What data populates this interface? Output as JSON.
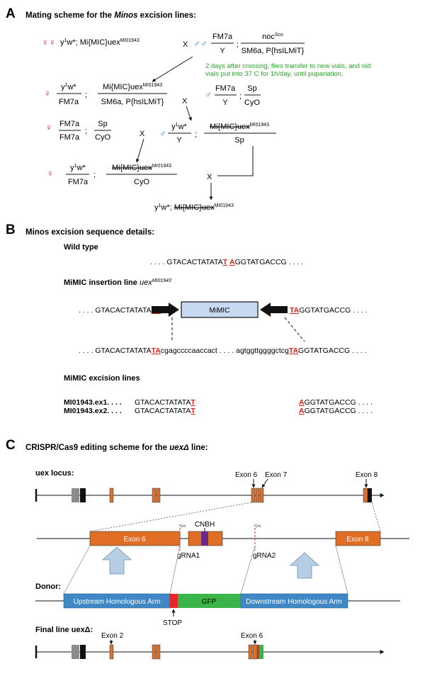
{
  "panels": {
    "a": {
      "label": "A",
      "title_pre": "Mating scheme for the ",
      "title_em": "Minos",
      "title_post": " excision lines:",
      "female_symbol": "♀",
      "male_symbol": "♂",
      "cross": "X",
      "g1_female": {
        "a": "y",
        "a_sup": "1",
        "b": "w*; Mi{MIC}uex",
        "b_sup": "MI01943"
      },
      "g1_male": {
        "num1": "FM7a",
        "den1": "Y",
        "num2": "noc",
        "num2_sup": "Sco",
        "den2": "SM6a, P{hsILMiT}"
      },
      "note_lines": [
        "2 days after crossing, flies transfer to new vials, and old",
        "vials put into 37 C for 1h/day, until pupariation."
      ],
      "g2_female": {
        "num1": "y",
        "num1_sup": "1",
        "num1b": "w*",
        "den1": "FM7a",
        "num2": "Mi{MIC}uex",
        "num2_sup": "MI01943",
        "den2": "SM6a, P{hsILMiT}"
      },
      "g2_male": {
        "num1": "FM7a",
        "den1": "Y",
        "num2": "Sp",
        "den2": "CyO"
      },
      "g3_female": {
        "num1": "FM7a",
        "den1": "FM7a",
        "num2": "Sp",
        "den2": "CyO"
      },
      "g3_male": {
        "num1": "y",
        "num1_sup": "1",
        "num1b": "w*",
        "den1": "Y",
        "num2": "Mi{MIC}uex",
        "num2_sup": "MI01943",
        "den2": "Sp"
      },
      "g4_female": {
        "num1": "y",
        "num1_sup": "1",
        "num1b": "w*",
        "den1": "FM7a",
        "num2": "Mi{MIC}uex",
        "num2_sup": "MI01943",
        "den2": "CyO"
      },
      "final": {
        "a": "y",
        "a_sup": "1",
        "b": "w*; ",
        "c": "Mi{MIC}uex",
        "c_sup": "MI01943"
      },
      "sep": ";"
    },
    "b": {
      "label": "B",
      "title": "Minos excision sequence details:",
      "wt_title": "Wild type",
      "wt_seq": {
        "pre": ". . . . GTACACTATATA",
        "t": "T",
        "sp": " ",
        "a": "A",
        "post": "GGTATGACCG . . . ."
      },
      "mimic_title": "MiMIC insertion line ",
      "mimic_title_em": "uex",
      "mimic_title_sup": "MI01943",
      "left_seq": ". . . . GTACACTATATA",
      "ta": "TA",
      "mimic_label": "MiMIC",
      "right_seq": "GGTATGACCG . . . .",
      "insert_left_pre": ". . . . GTACACTATATA",
      "insert_left_mid": "cgagccccaaccact . . . . agtggttggggctcg",
      "insert_right_post": "GGTATGACCG . . . .",
      "excision_title": "MiMIC excision lines",
      "excision_lines": [
        {
          "name": "MI01943.ex1. . . .",
          "left": "GTACACTATATA",
          "t": "T",
          "a": "A",
          "right": "GGTATGACCG . . . ."
        },
        {
          "name": "MI01943.ex2. . . .",
          "left": "GTACACTATATA",
          "t": "T",
          "a": "A",
          "right": "GGTATGACCG . . . ."
        }
      ]
    },
    "c": {
      "label": "C",
      "title_pre": "CRISPR/Cas9 editing scheme for the ",
      "title_em": "uexΔ",
      "title_post": " line:",
      "locus_title": "uex locus:",
      "exon6": "Exon 6",
      "exon7": "Exon 7",
      "exon8": "Exon 8",
      "cnbh": "CNBH",
      "grna1": "gRNA1",
      "grna2": "gRNA2",
      "donor_title": "Donor:",
      "upstream": "Upstream Homologous Arm",
      "gfp": "GFP",
      "downstream": "Downstream Homologous Arm",
      "stop": "STOP",
      "final_title": "Final line uexΔ:",
      "exon2": "Exon 2",
      "scissor": "✂",
      "colors": {
        "exon": "#e06e25",
        "gray": "#8c8c8c",
        "black": "#111111",
        "purple": "#6a2b86",
        "donor": "#3f87c5",
        "gfp": "#3bb54a",
        "stop": "#e8262b",
        "arrow": "#b6cde3",
        "scissor": "#666666",
        "grna": "#c0392b"
      }
    }
  }
}
